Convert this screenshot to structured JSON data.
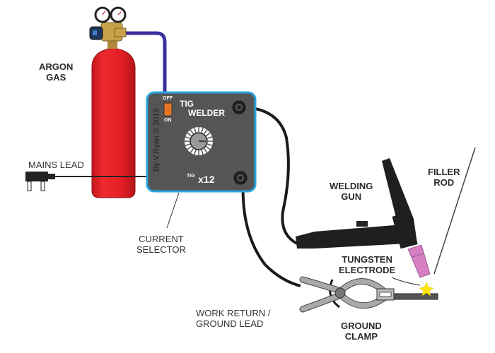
{
  "labels": {
    "argon_gas": [
      "ARGON",
      "GAS"
    ],
    "mains_lead": "MAINS LEAD",
    "current_selector": [
      "CURRENT",
      "SELECTOR"
    ],
    "welding_gun": [
      "WELDING",
      "GUN"
    ],
    "filler_rod": [
      "FILLER",
      "ROD"
    ],
    "tungsten_electrode": [
      "TUNGSTEN",
      "ELECTRODE"
    ],
    "work_return": [
      "WORK RETURN /",
      "GROUND LEAD"
    ],
    "ground_clamp": [
      "GROUND",
      "CLAMP"
    ]
  },
  "welder": {
    "title_line1": "TIG",
    "title_line2": "WELDER",
    "switch_off": "OFF",
    "switch_on": "ON",
    "credit": "By V.Ryan © 2019",
    "model_prefix": "TIG",
    "model": "x12"
  },
  "colors": {
    "cylinder": "#e31e24",
    "gas_hose": "#3a2f9c",
    "welder_body": "#555555",
    "welder_border": "#29a3e0",
    "switch": "#e87722",
    "torch_nozzle": "#d77fc3",
    "arc": "#ffe600"
  }
}
